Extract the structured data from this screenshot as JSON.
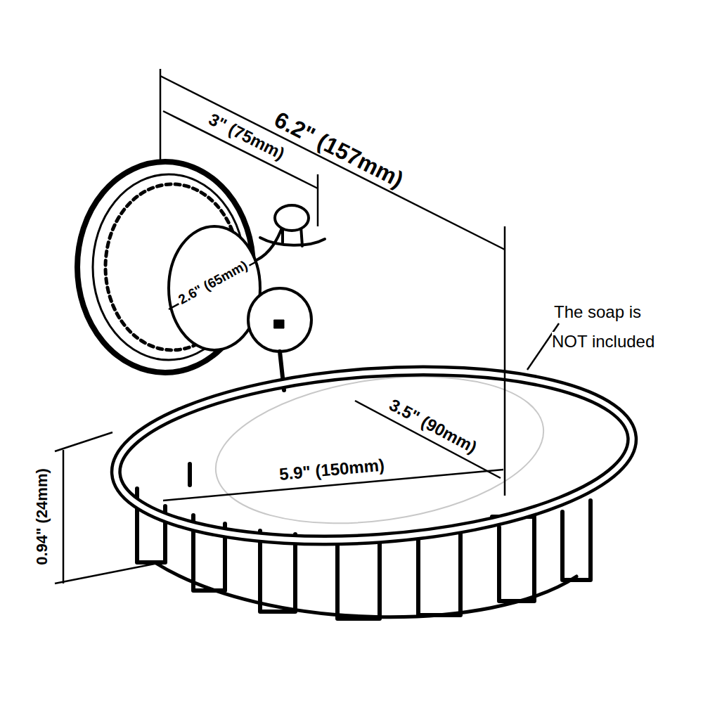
{
  "diagram": {
    "labels": [
      "6.2\" (157mm)",
      "3\" (75mm)",
      "2.6\" (65mm)",
      "The soap is NOT included",
      "3.5\" (90mm)",
      "5.9\" (150mm)",
      "0.94\" (24mm)"
    ]
  }
}
